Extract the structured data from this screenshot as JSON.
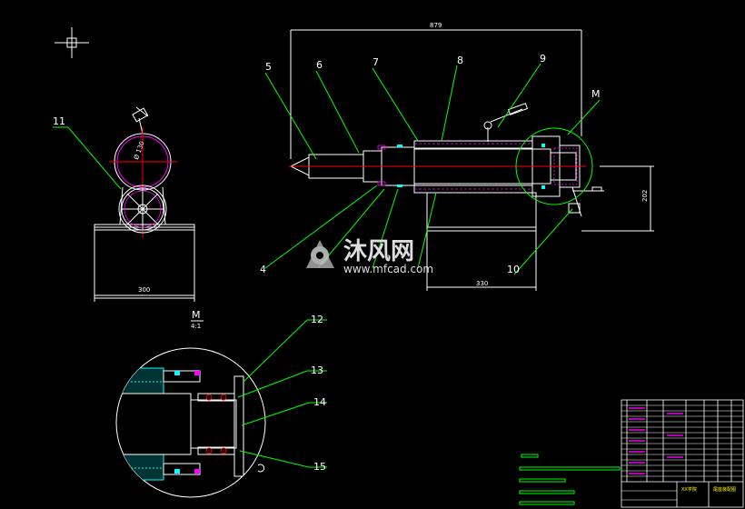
{
  "colors": {
    "background": "#000000",
    "outline": "#ffffff",
    "leader": "#00ff00",
    "center_line": "#ff0000",
    "hidden": "#ff00ff",
    "dimension": "#ffffff",
    "detail_part": "#00ffff",
    "title_block": "#ffffff"
  },
  "dimensions": {
    "overall_length": "879",
    "base_width_left": "300",
    "base_width_right": "330",
    "height_right": "202",
    "circle_diameter": "Ø 130"
  },
  "callouts": {
    "c4": "4",
    "c5": "5",
    "c6": "6",
    "c7": "7",
    "c8": "8",
    "c9": "9",
    "c10": "10",
    "c11": "11",
    "c12": "12",
    "c13": "13",
    "c14": "14",
    "c15": "15",
    "cM": "M"
  },
  "detail": {
    "label": "M",
    "scale": "4:1"
  },
  "watermark": {
    "brand": "沐风网",
    "url": "www.mfcad.com"
  },
  "title_block": {
    "name_cell": "尾座装配图",
    "school_cell": "XX学院"
  },
  "icons": {
    "crosshair": "crosshair-icon",
    "logo": "mfcad-logo-icon"
  }
}
